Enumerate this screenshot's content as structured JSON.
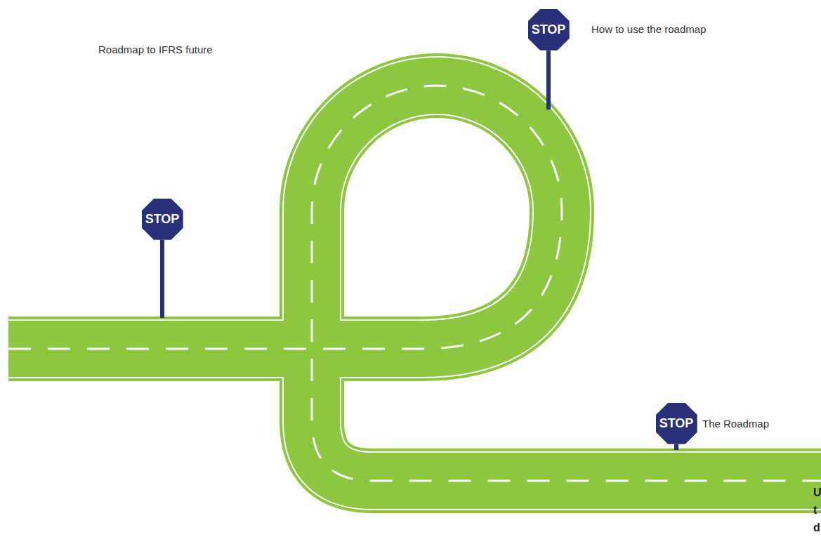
{
  "diagram": {
    "nodes": [
      {
        "text": [
          "STOP"
        ]
      },
      {
        "text": [
          "STOP"
        ]
      },
      {
        "text": [
          "STOP"
        ]
      }
    ],
    "labels": [
      "Roadmap to IFRS future",
      "How to use the roadmap",
      "The Roadmap",
      "U",
      "t",
      "d"
    ]
  }
}
